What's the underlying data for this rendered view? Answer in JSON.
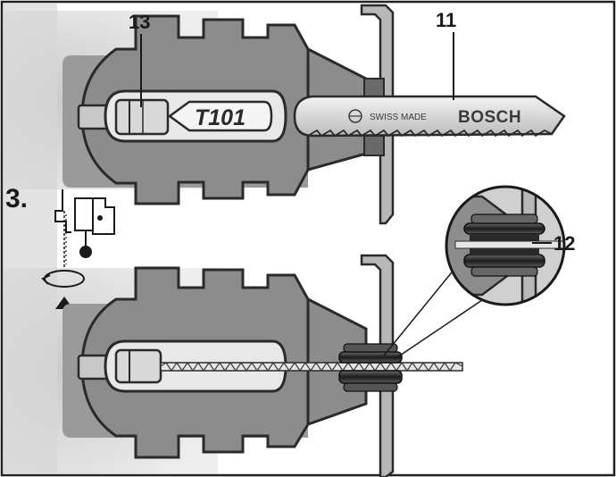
{
  "callouts": {
    "clamp": "13",
    "blade": "11",
    "roller": "12"
  },
  "step": {
    "number": "3."
  },
  "blade_marking": {
    "model": "T101",
    "origin": "SWISS MADE",
    "brand": "BOSCH"
  },
  "colors": {
    "frame": "#222222",
    "background_shade": "#d2d2d2",
    "body_gray": "#8c8c8c",
    "dark_gray": "#444444",
    "blade_gray": "#dcdcdc"
  },
  "icons": [
    "blade-insert-icon",
    "rotate-arrow-icon"
  ]
}
